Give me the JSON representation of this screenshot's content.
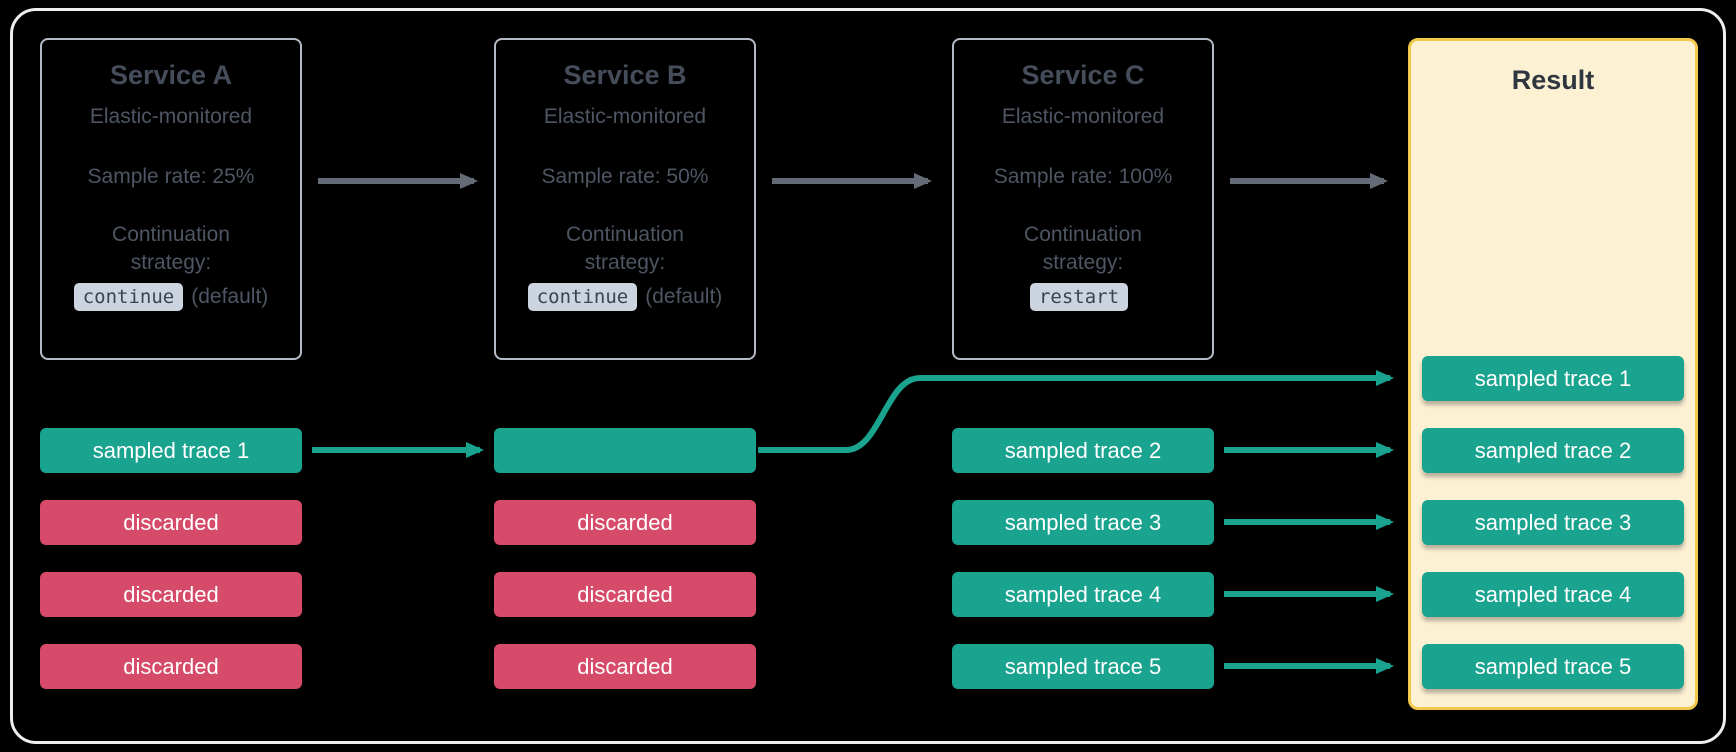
{
  "colors": {
    "page_bg": "#000000",
    "frame_border": "#ededed",
    "teal": "#1aa38f",
    "red": "#d64a6a",
    "gray_arrow": "#646b77",
    "service_border": "#b4bbc7",
    "heading": "#454d5b",
    "body": "#4e5664",
    "code_bg": "#ccd4df",
    "code_text": "#3b4250",
    "result_bg": "#fcf1d3",
    "result_border": "#f2c94c",
    "result_title": "#2f3640",
    "pill_text": "#ffffff"
  },
  "services": [
    {
      "title": "Service A",
      "monitored": "Elastic-monitored",
      "sample_rate": "Sample rate: 25%",
      "strategy_label": "Continuation strategy:",
      "strategy_code": "continue",
      "strategy_suffix": "(default)"
    },
    {
      "title": "Service B",
      "monitored": "Elastic-monitored",
      "sample_rate": "Sample rate: 50%",
      "strategy_label": "Continuation strategy:",
      "strategy_code": "continue",
      "strategy_suffix": "(default)"
    },
    {
      "title": "Service C",
      "monitored": "Elastic-monitored",
      "sample_rate": "Sample rate: 100%",
      "strategy_label": "Continuation strategy:",
      "strategy_code": "restart",
      "strategy_suffix": ""
    }
  ],
  "result": {
    "title": "Result"
  },
  "traces": {
    "service_a": [
      "sampled trace 1",
      "discarded",
      "discarded",
      "discarded"
    ],
    "service_b": [
      "",
      "discarded",
      "discarded",
      "discarded"
    ],
    "service_c": [
      "sampled trace 2",
      "sampled trace 3",
      "sampled trace 4",
      "sampled trace 5"
    ],
    "result": [
      "sampled trace 1",
      "sampled trace 2",
      "sampled trace 3",
      "sampled trace 4",
      "sampled trace 5"
    ]
  }
}
